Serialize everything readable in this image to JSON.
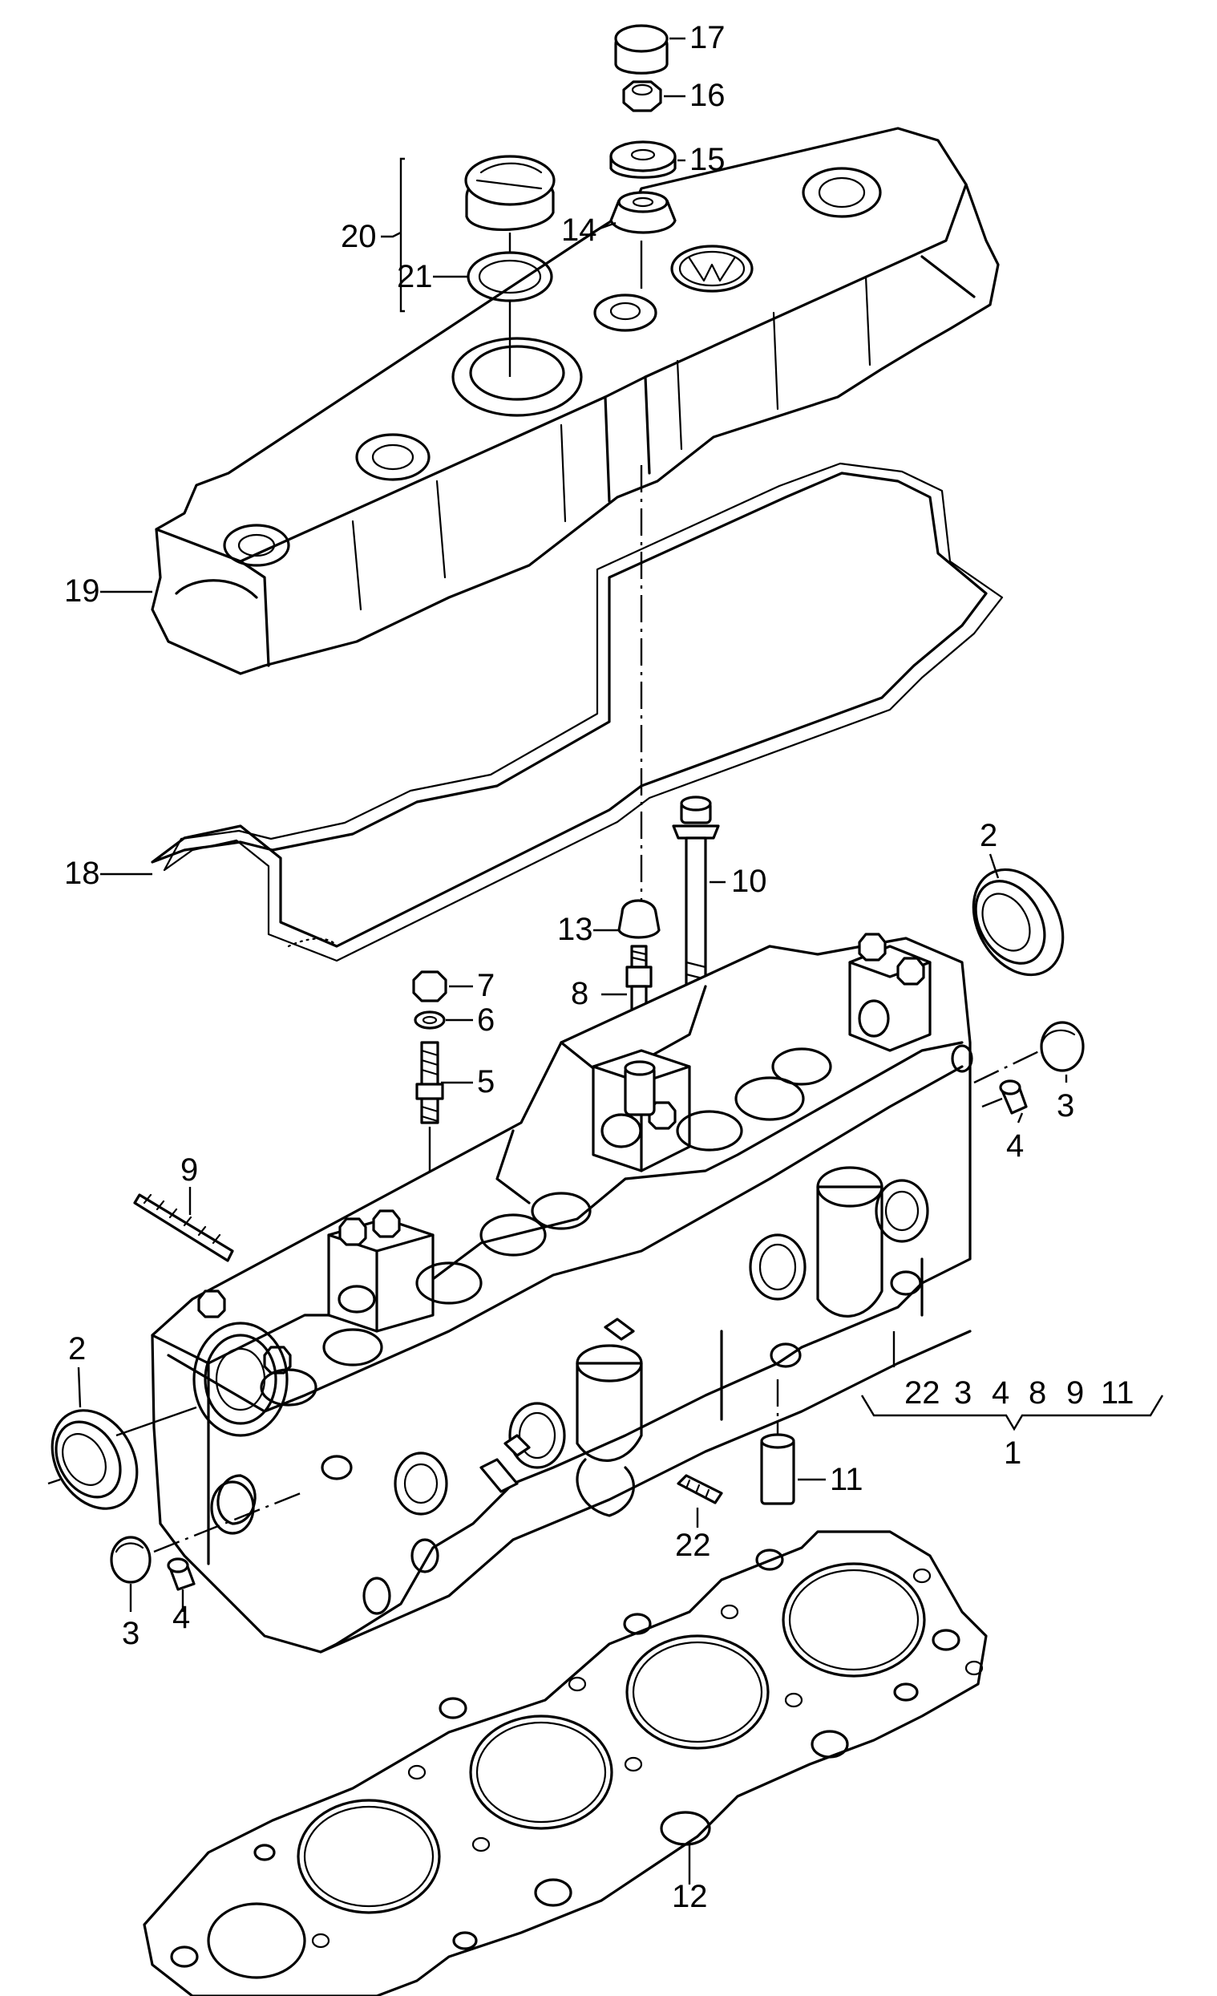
{
  "callouts": {
    "c17": "17",
    "c16": "16",
    "c15": "15",
    "c14": "14",
    "c20": "20",
    "c21": "21",
    "c19": "19",
    "c18": "18",
    "c10": "10",
    "c13": "13",
    "c8": "8",
    "c7": "7",
    "c6": "6",
    "c5": "5",
    "c2_top": "2",
    "c3_right": "3",
    "c4_right": "4",
    "c9": "9",
    "c2_left": "2",
    "c3_left": "3",
    "c4_left": "4",
    "c11": "11",
    "c22": "22",
    "c12": "12",
    "c1": "1"
  },
  "assembly_list": [
    "22",
    "3",
    "4",
    "8",
    "9",
    "11"
  ],
  "icons": {
    "brand_emblem": "vw-logo-icon"
  }
}
